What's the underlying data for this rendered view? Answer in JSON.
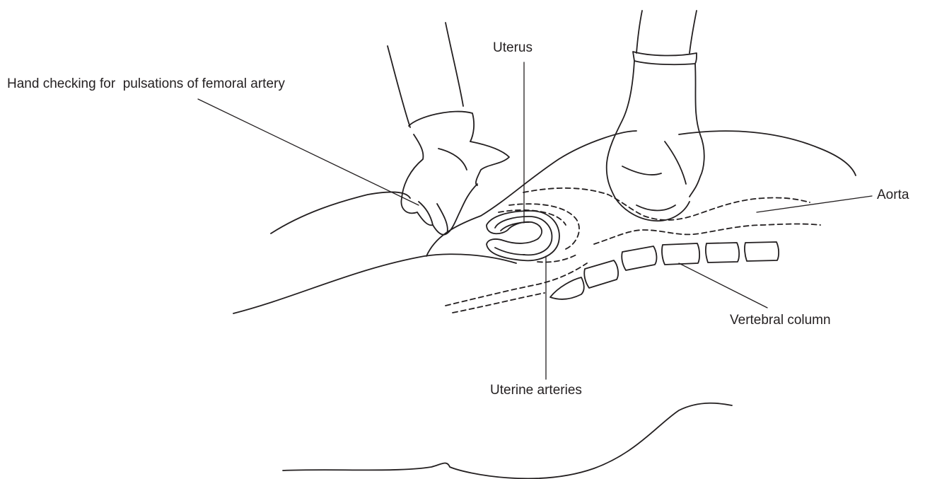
{
  "labels": {
    "uterus": "Uterus",
    "hand": "Hand checking for  pulsations of femoral artery",
    "aorta": "Aorta",
    "vertebral_column": "Vertebral column",
    "uterine_arteries": "Uterine arteries"
  },
  "colors": {
    "line": "#231f20",
    "background": "#ffffff"
  }
}
